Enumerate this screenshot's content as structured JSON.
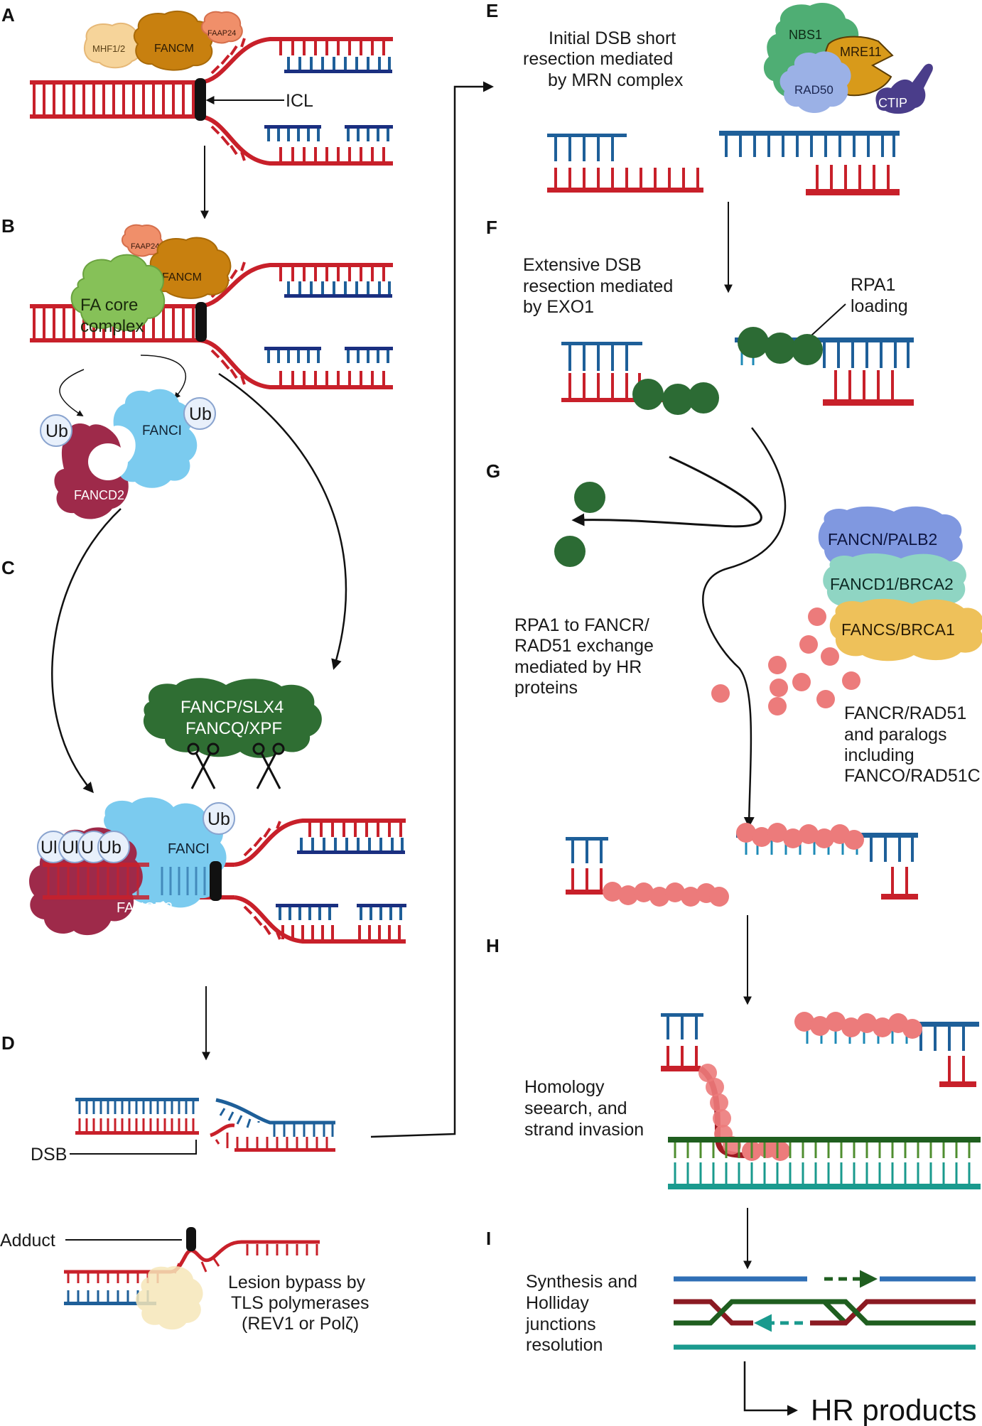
{
  "panels": {
    "a": "A",
    "b": "B",
    "c": "C",
    "d": "D",
    "e": "E",
    "f": "F",
    "g": "G",
    "h": "H",
    "i": "I"
  },
  "proteins": {
    "mhf": "MHF1/2",
    "fancm": "FANCM",
    "faap24": "FAAP24",
    "fa_core_1": "FA core",
    "fa_core_2": "complex",
    "ub": "Ub",
    "fanci": "FANCI",
    "fancd2": "FANCD2",
    "slx4": "FANCP/SLX4",
    "xpf": "FANCQ/XPF",
    "nbs1": "NBS1",
    "mre11": "MRE11",
    "rad50": "RAD50",
    "ctip": "CTIP",
    "palb2": "FANCN/PALB2",
    "brca2": "FANCD1/BRCA2",
    "brca1": "FANCS/BRCA1",
    "ub_partial_1": "Ul",
    "ub_partial_2": "Ul",
    "ub_partial_3": "U"
  },
  "labels": {
    "icl": "ICL",
    "e_1": "Initial DSB short",
    "e_2": "resection mediated",
    "e_3": "by MRN complex",
    "f_1": "Extensive DSB",
    "f_2": "resection mediated",
    "f_3": "by EXO1",
    "rpa1_1": "RPA1",
    "rpa1_2": "loading",
    "g_1": "RPA1 to FANCR/",
    "g_2": "RAD51 exchange",
    "g_3": "mediated by HR",
    "g_4": "proteins",
    "rad51_1": "FANCR/RAD51",
    "rad51_2": "and paralogs",
    "rad51_3": "including",
    "rad51_4": "FANCO/RAD51C",
    "dsb": "DSB",
    "adduct": "Adduct",
    "tls_1": "Lesion bypass  by",
    "tls_2": "TLS polymerases",
    "tls_3": "(REV1 or Polζ)",
    "h_1": "Homology",
    "h_2": "seearch, and",
    "h_3": "strand invasion",
    "i_1": "Synthesis and",
    "i_2": "Holliday",
    "i_3": "junctions",
    "i_4": "resolution",
    "hr_products": "HR products"
  },
  "colors": {
    "red_strand": "#c8202a",
    "blue_strand": "#1e5f99",
    "navy_strand": "#1a2f80",
    "green_strand": "#1f5e1f",
    "teal_strand": "#1a9a8e",
    "fancm": "#c8800f",
    "faap24": "#f08f6a",
    "mhf": "#f6d49a",
    "fa_core": "#86c158",
    "fanci": "#7bcbef",
    "fancd2": "#9e2a4a",
    "nuclease": "#2f6e33",
    "nbs1": "#4fae74",
    "mre11": "#d89a1a",
    "rad50": "#9bb1e6",
    "ctip": "#4a3d8a",
    "rpa1": "#2c6b34",
    "rad51": "#ec7b7b",
    "palb2": "#8098e0",
    "brca2": "#8fd5c3",
    "brca1": "#eec15a",
    "tls": "#f6e6b8"
  }
}
